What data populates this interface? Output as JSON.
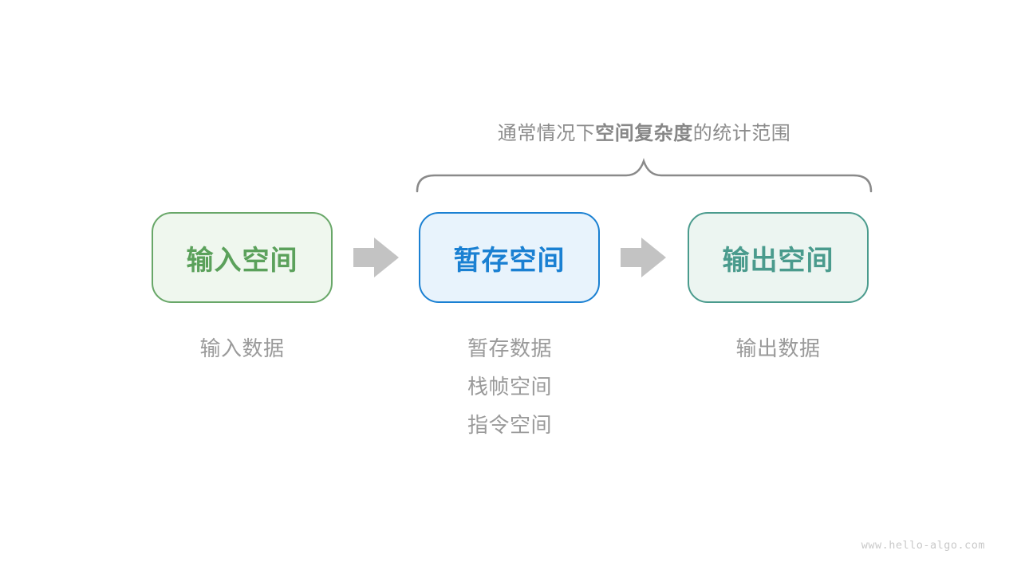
{
  "title": {
    "prefix": "通常情况下",
    "bold": "空间复杂度",
    "suffix": "的统计范围"
  },
  "boxes": [
    {
      "id": "input-space",
      "label": "输入空间",
      "text_color": "#5ba15b",
      "border_color": "#68a768",
      "bg_color": "#eff7ee"
    },
    {
      "id": "temp-space",
      "label": "暂存空间",
      "text_color": "#1a80d2",
      "border_color": "#1a80d2",
      "bg_color": "#e8f3fc"
    },
    {
      "id": "output-space",
      "label": "输出空间",
      "text_color": "#4a9b8d",
      "border_color": "#4a9b8d",
      "bg_color": "#ecf5f1"
    }
  ],
  "annotations": {
    "input": "输入数据",
    "temp": [
      "暂存数据",
      "栈帧空间",
      "指令空间"
    ],
    "output": "输出数据"
  },
  "watermark": "www.hello-algo.com",
  "colors": {
    "arrow": "#c3c3c3",
    "brace": "#8a8a8a",
    "note_text": "#9a9a9a",
    "title_text": "#8c8c8c",
    "background": "#ffffff"
  }
}
